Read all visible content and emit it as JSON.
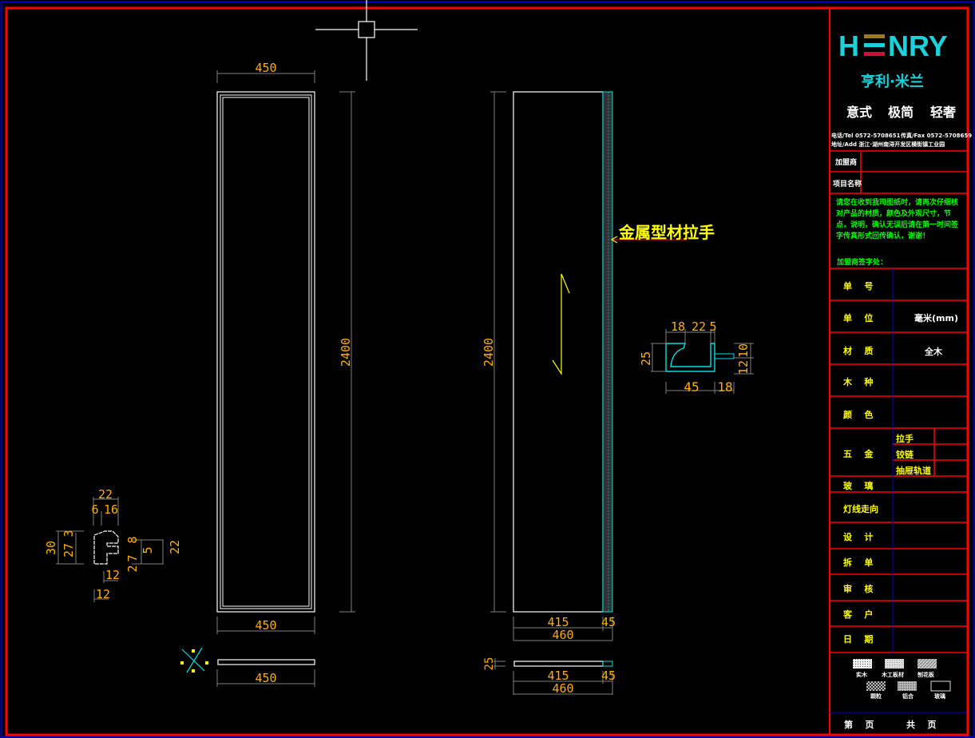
{
  "colors": {
    "background": "#000000",
    "frame_outer": "#0000cc",
    "frame_inner": "#ff0000",
    "dimension_text": "#ffb000",
    "dimension_line": "#808080",
    "geometry": "#ffffff",
    "handle_profile": "#00e0e0",
    "annotation": "#ffff00",
    "note_text": "#00ff00",
    "title_label": "#ffff00",
    "title_value": "#ffffff",
    "logo_cyan": "#19d3da",
    "logo_bar_top": "#9a7a1a",
    "logo_bar_mid": "#19d3da",
    "logo_bar_bottom": "#d0103a"
  },
  "drawing": {
    "left_panel": {
      "width_top": "450",
      "height": "2400",
      "width_bottom": "450",
      "section_width": "450"
    },
    "right_panel": {
      "height": "2400",
      "width_part_a": "415",
      "width_part_b": "45",
      "width_total": "460",
      "section_thickness": "25",
      "section_part_a": "415",
      "section_part_b": "45",
      "section_total": "460",
      "callout": "金属型材拉手"
    },
    "handle_profile": {
      "dims_top": [
        "18",
        "22",
        "5"
      ],
      "dim_left": "25",
      "dims_right": [
        "10",
        "12"
      ],
      "dims_bottom": [
        "45",
        "18"
      ]
    },
    "edge_profile": {
      "dim_top_total": "22",
      "dims_top": [
        "6",
        "16"
      ],
      "dims_left": [
        "30",
        "27",
        "3"
      ],
      "dims_right": [
        "8",
        "5",
        "22",
        "2",
        "7"
      ],
      "dim_bottom": "12",
      "dim_bottom2": "12"
    }
  },
  "title_block": {
    "logo": "H≡NRY",
    "brand_cn": "亨利·米兰",
    "slogans": [
      "意式",
      "极简",
      "轻奢"
    ],
    "tel": "电话/Tel  0572-5708651",
    "fax": "传真/Fax  0572-5708659",
    "address": "地址/Add  浙江·湖州南浔开发区横街镇工业园",
    "dealer_label": "加盟商",
    "project_label": "项目名称",
    "notice": "请您在收到我司图纸时，请再次仔细核对产品的材质，颜色及外观尺寸，节点，说明，确认无误后请在第一时间签字传真形式回传确认，谢谢！",
    "sign_label": "加盟商签字处：",
    "rows": [
      {
        "label": "单    号",
        "value": ""
      },
      {
        "label": "单    位",
        "value": "毫米(mm)"
      },
      {
        "label": "材    质",
        "value": "全木"
      },
      {
        "label": "木    种",
        "value": ""
      },
      {
        "label": "颜    色",
        "value": ""
      },
      {
        "label": "五    金",
        "value": ""
      },
      {
        "label": "玻    璃",
        "value": ""
      },
      {
        "label": "灯线走向",
        "value": ""
      },
      {
        "label": "设    计",
        "value": ""
      },
      {
        "label": "拆    单",
        "value": ""
      },
      {
        "label": "审    核",
        "value": ""
      },
      {
        "label": "客    户",
        "value": ""
      },
      {
        "label": "日    期",
        "value": ""
      }
    ],
    "hardware_items": [
      "拉手",
      "铰链",
      "抽屉轨道"
    ],
    "legend": [
      "实木",
      "木工板材",
      "刨花板",
      "颗粒",
      "铝合",
      "玻璃"
    ],
    "page_label": "第    页",
    "total_label": "共    页"
  }
}
